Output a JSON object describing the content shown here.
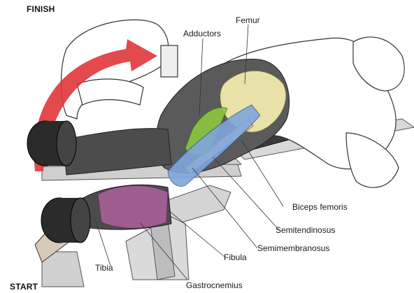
{
  "phases": {
    "finish": "FINISH",
    "start": "START"
  },
  "labels": {
    "femur": "Femur",
    "adductors": "Adductors",
    "biceps_femoris": "Biceps femoris",
    "semitendinosus": "Semitendinosus",
    "semimembranosus": "Semimembranosus",
    "fibula": "Fibula",
    "tibia": "Tibia",
    "gastrocnemius": "Gastrocnemius"
  },
  "colors": {
    "arrow": "#e0363a",
    "adductors": "#8cc63f",
    "hamstrings": "#7fa6dc",
    "gastrocnemius": "#a8609a",
    "bone": "#e8e2a8",
    "body": "#5a5a5a",
    "machine": "#d6d6d6",
    "pad": "#2b2b2b"
  }
}
